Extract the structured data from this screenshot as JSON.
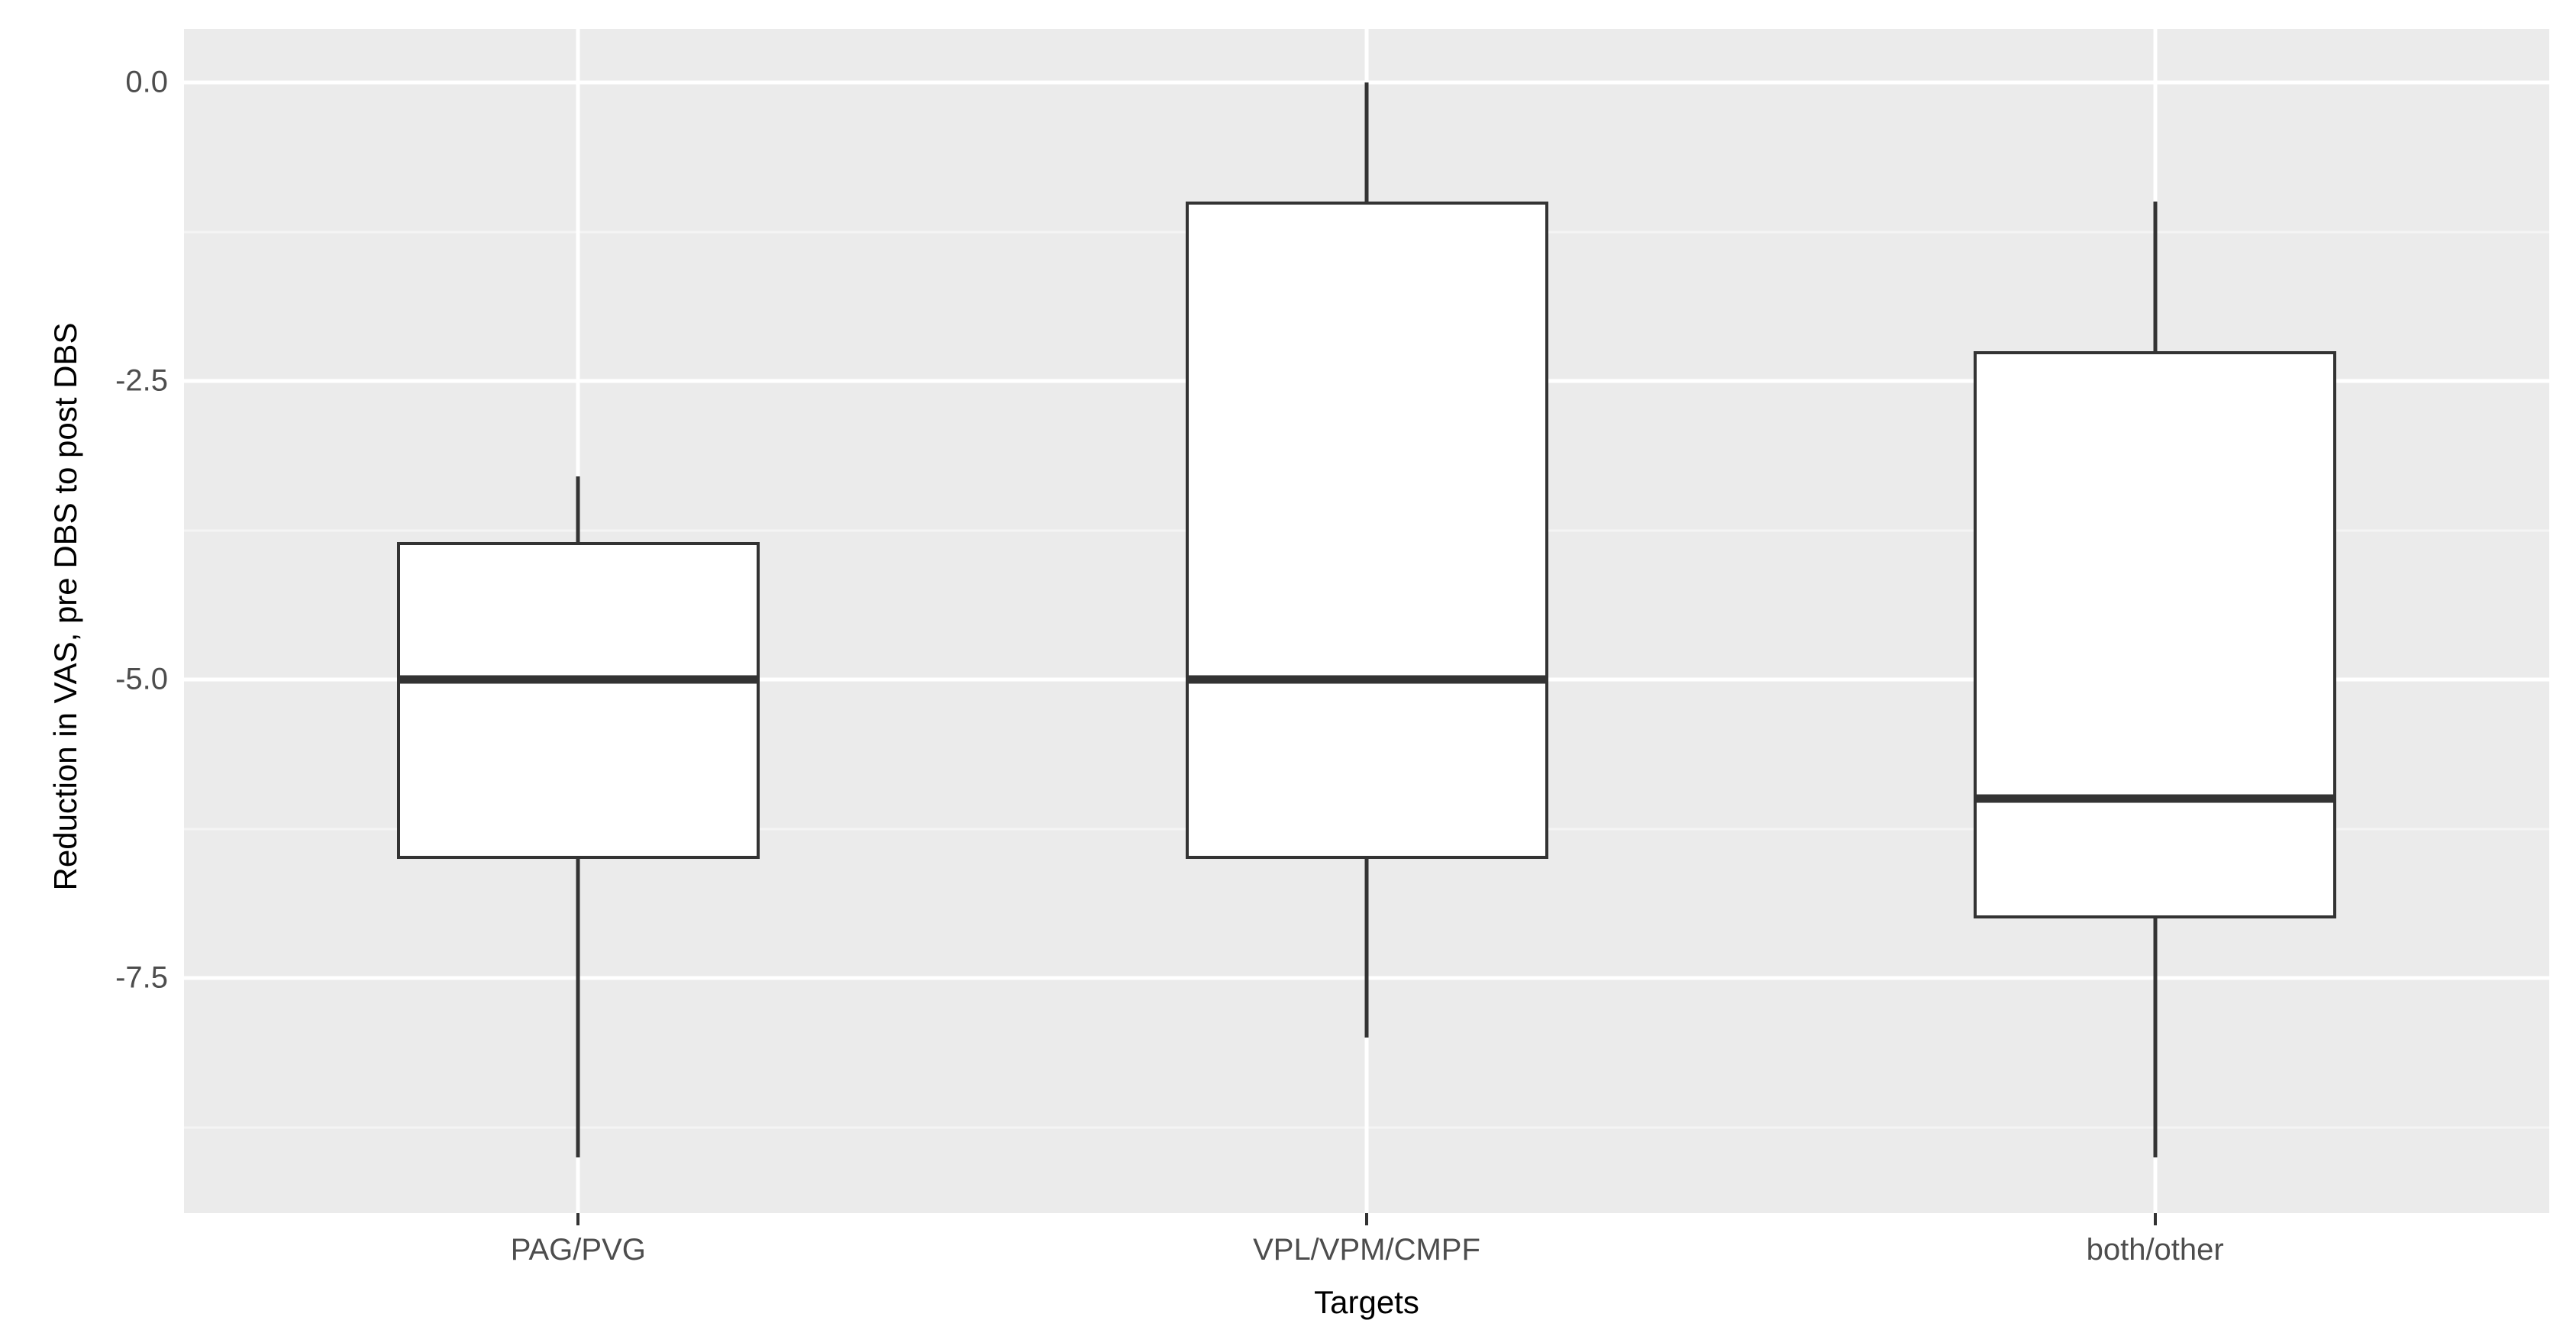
{
  "chart_data": {
    "type": "box",
    "title": "",
    "xlabel": "Targets",
    "ylabel": "Reduction in VAS, pre DBS to post DBS",
    "categories": [
      "PAG/PVG",
      "VPL/VPM/CMPF",
      "both/other"
    ],
    "ylim": [
      -9.6,
      0.35
    ],
    "yticks": [
      0.0,
      -2.5,
      -5.0,
      -7.5
    ],
    "ytick_labels": [
      "0.0",
      "-2.5",
      "-5.0",
      "-7.5"
    ],
    "grid": true,
    "legend": "none",
    "panel_background": "#ebebeb",
    "gridline_color": "#ffffff",
    "box_fill": "#ffffff",
    "box_outline": "#333333",
    "boxes": [
      {
        "category": "PAG/PVG",
        "whisker_high": -3.3,
        "q3": -3.85,
        "median": -5.0,
        "q1": -6.5,
        "whisker_low": -9.0
      },
      {
        "category": "VPL/VPM/CMPF",
        "whisker_high": 0.0,
        "q3": -1.0,
        "median": -5.0,
        "q1": -6.5,
        "whisker_low": -8.0
      },
      {
        "category": "both/other",
        "whisker_high": -1.0,
        "q3": -2.25,
        "median": -6.0,
        "q1": -7.0,
        "whisker_low": -9.0
      }
    ]
  },
  "axes": {
    "y_title": "Reduction in VAS, pre DBS to post DBS",
    "x_title": "Targets",
    "y_labels": [
      "0.0",
      "-2.5",
      "-5.0",
      "-7.5"
    ],
    "x_labels": [
      "PAG/PVG",
      "VPL/VPM/CMPF",
      "both/other"
    ]
  }
}
